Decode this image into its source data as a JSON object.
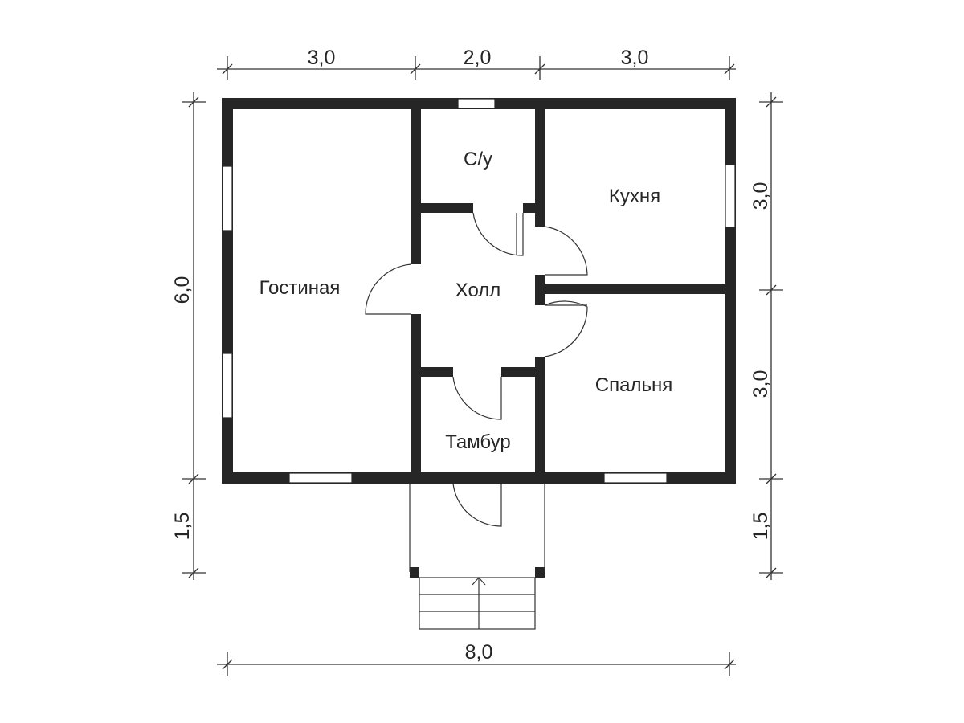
{
  "rooms": {
    "living": "Гостиная",
    "bathroom": "С/у",
    "kitchen": "Кухня",
    "hall": "Холл",
    "bedroom": "Спальня",
    "vestibule": "Тамбур"
  },
  "dimensions": {
    "top_left": "3,0",
    "top_middle": "2,0",
    "top_right": "3,0",
    "left_house": "6,0",
    "left_porch": "1,5",
    "right_kitchen": "3,0",
    "right_bedroom": "3,0",
    "right_porch": "1,5",
    "bottom_total": "8,0"
  },
  "colors": {
    "wall": "#262626",
    "background": "#ffffff"
  }
}
